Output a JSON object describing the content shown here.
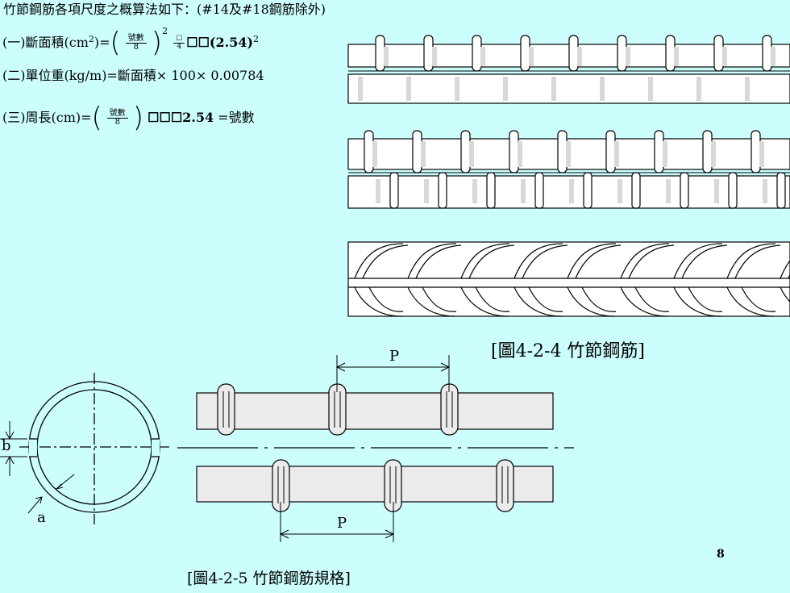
{
  "heading": "竹節鋼筋各項尺度之概算法如下：(#14及#18鋼筋除外)",
  "formula1": {
    "prefix": "(一)斷面積(cm",
    "sup": "2",
    "eq": ")=",
    "frac_num": "號數",
    "frac_den": "8",
    "power": "2",
    "tail": "☐☐(2.54)",
    "tail_sup": "2",
    "quarter_num": "☐",
    "quarter_den": "4"
  },
  "formula2": {
    "text": "(二)單位重(kg/m)=斷面積× 100× 0.00784"
  },
  "formula3": {
    "prefix": "(三)周長(cm)=",
    "frac_num": "號數",
    "frac_den": "8",
    "tail": "☐☐☐2.54",
    "eq": "=號數"
  },
  "caption_fig1": "[圖4-2-4 竹節鋼筋]",
  "caption_fig2": "[圖4-2-5 竹節鋼筋規格]",
  "label_p_top": "P",
  "label_p_bottom": "P",
  "label_b": "b",
  "label_a": "a",
  "page_number": "8"
}
